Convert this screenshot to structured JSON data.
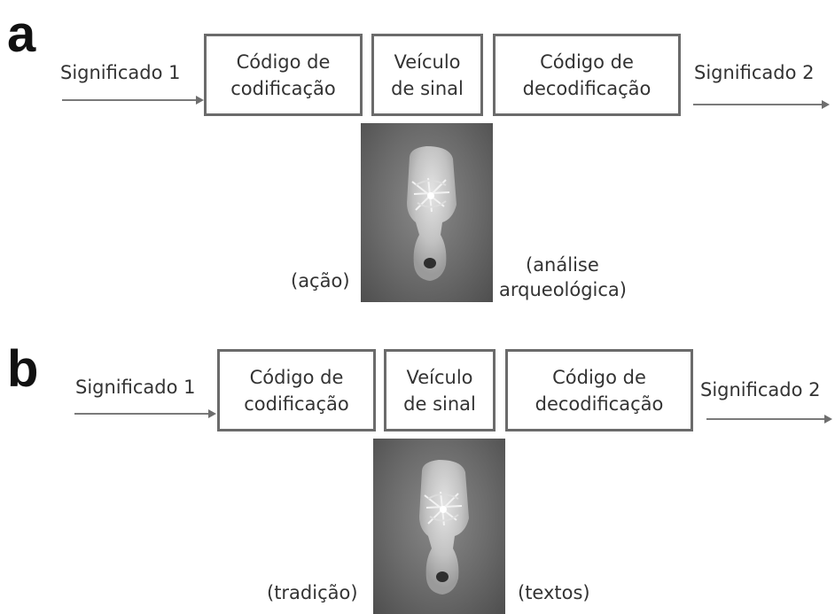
{
  "panels": [
    {
      "letter": "a",
      "input_label": "Significado 1",
      "encoding_box": {
        "line1": "Código de",
        "line2": "codificação"
      },
      "vehicle_box": {
        "line1": "Veículo",
        "line2": "de sinal"
      },
      "decoding_box": {
        "line1": "Código de",
        "line2": "decodificação"
      },
      "output_label": "Significado 2",
      "left_caption": "(ação)",
      "right_caption_line1": "(análise",
      "right_caption_line2": "arqueológica)"
    },
    {
      "letter": "b",
      "input_label": "Significado 1",
      "encoding_box": {
        "line1": "Código de",
        "line2": "codificação"
      },
      "vehicle_box": {
        "line1": "Veículo",
        "line2": "de sinal"
      },
      "decoding_box": {
        "line1": "Código de",
        "line2": "decodificação"
      },
      "output_label": "Significado 2",
      "left_caption": "(tradição)",
      "right_caption": "(textos)"
    }
  ],
  "colors": {
    "box_border": "#6b6b6b",
    "arrow": "#7a7a7a",
    "text": "#333333"
  },
  "icons": {
    "artifact_photo": "ceramic-figurine-photo-icon"
  }
}
